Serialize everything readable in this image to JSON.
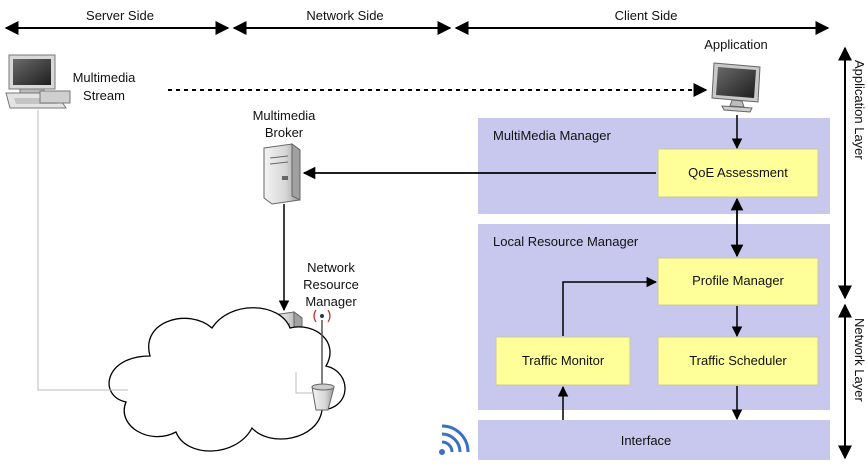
{
  "top_labels": {
    "server_side": "Server Side",
    "network_side": "Network Side",
    "client_side": "Client Side"
  },
  "side_labels": {
    "application_layer": "Application Layer",
    "network_layer": "Network Layer"
  },
  "nodes": {
    "multimedia_stream": [
      "Multimedia",
      "Stream"
    ],
    "application": "Application",
    "multimedia_broker": [
      "Multimedia",
      "Broker"
    ],
    "network_resource_manager": [
      "Network",
      "Resource",
      "Manager"
    ]
  },
  "panels": {
    "multimedia_manager": "MultiMedia Manager",
    "local_resource_manager": "Local Resource Manager",
    "interface": "Interface"
  },
  "blocks": {
    "qoe_assessment": "QoE Assessment",
    "profile_manager": "Profile Manager",
    "traffic_monitor": "Traffic Monitor",
    "traffic_scheduler": "Traffic Scheduler"
  },
  "colors": {
    "panel": "#c8c8ee",
    "block": "#ffff99",
    "wifi": "#3a6fc4"
  }
}
